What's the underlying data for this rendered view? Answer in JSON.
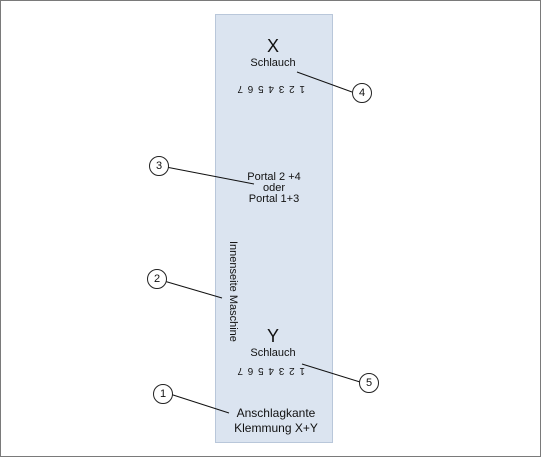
{
  "top_end": {
    "letter": "X",
    "hose_label": "Schlauch",
    "numbers": "1 2 3 4 5 6 7"
  },
  "middle": {
    "line1": "Portal 2 +4",
    "line2": "oder",
    "line3": "Portal 1+3"
  },
  "side_label": "Innenseite Maschine",
  "bottom_end": {
    "letter": "Y",
    "hose_label": "Schlauch",
    "numbers": "1 2 3 4 5 6 7"
  },
  "stop_edge": {
    "line1": "Anschlagkante",
    "line2": "Klemmung X+Y"
  },
  "callouts": [
    "1",
    "2",
    "3",
    "4",
    "5"
  ]
}
